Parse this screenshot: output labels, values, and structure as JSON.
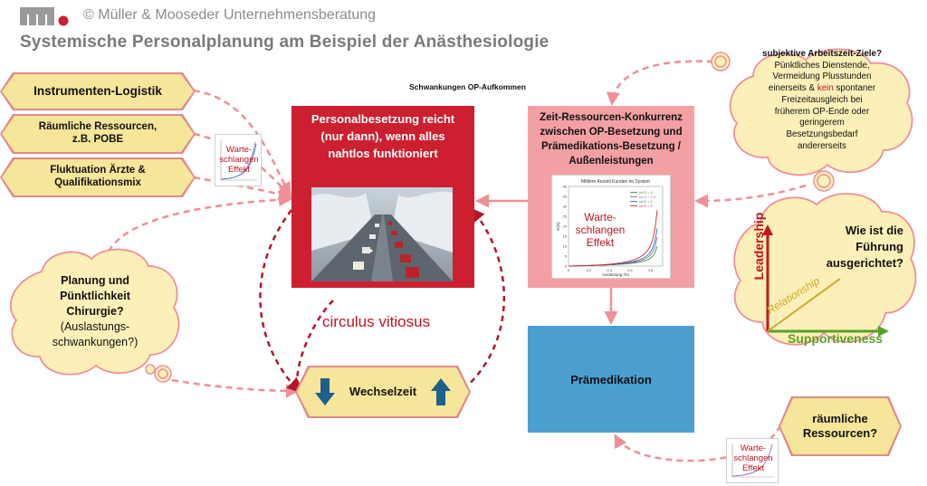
{
  "header": {
    "copyright": "© Müller & Mooseder Unternehmensberatung",
    "title": "Systemische Personalplanung am Beispiel der Anästhesiologie"
  },
  "left_hexagons": [
    {
      "label": "Instrumenten-Logistik"
    },
    {
      "label_line1": "Räumliche Ressourcen,",
      "label_line2": "z.B. POBE"
    },
    {
      "label_line1": "Fluktuation Ärzte &",
      "label_line2": "Qualifikationsmix"
    }
  ],
  "queue_effect": {
    "line1": "Warte-",
    "line2": "schlangen",
    "line3": "Effekt"
  },
  "mini_chart": {
    "title": "Mittlere Anzahl Kunden im System",
    "xlabel": "Auslastung rho",
    "ylabel": "E(N)",
    "legend": [
      "cv^2 = 0",
      "cv^2 = 0.5",
      "cv^2 = 1",
      "cv^2 = 2"
    ],
    "legend_colors": [
      "#2ca02c",
      "#9467bd",
      "#1f77b4",
      "#d62728"
    ],
    "yticks": [
      "0",
      "5",
      "10",
      "15",
      "20",
      "25",
      "30",
      "35",
      "40"
    ],
    "xticks": [
      "0",
      "0.2",
      "0.4",
      "0.6",
      "0.8"
    ]
  },
  "left_cloud": {
    "line1": "Planung und",
    "line2": "Pünktlichkeit",
    "line3": "Chirurgie?",
    "line4": "(Auslastungs-",
    "line5": "schwankungen?)"
  },
  "caption": "Schwankungen OP-Aufkommen",
  "red_box": {
    "line1": "Personalbesetzung reicht",
    "line2": "(nur dann), wenn alles",
    "line3": "nahtlos funktioniert"
  },
  "circulus": "circulus vitiosus",
  "wechselzeit": "Wechselzeit",
  "pink_box": {
    "line1": "Zeit-Ressourcen-Konkurrenz",
    "line2": "zwischen OP-Besetzung und",
    "line3": "Prämedikations-Besetzung /",
    "line4": "Außenleistungen"
  },
  "blue_box": "Prämedikation",
  "top_right_cloud": {
    "line1": "subjektive Arbeitszeit-Ziele?",
    "line2": "Pünktliches Dienstende,",
    "line3": "Vermeidung Plusstunden",
    "line4a": "einerseits & ",
    "line4b": "kein",
    "line4c": " spontaner",
    "line5": "Freizeitausgleich bei",
    "line6": "früherem OP-Ende oder",
    "line7": "geringerem",
    "line8": "Besetzungsbedarf",
    "line9": "andererseits"
  },
  "leadership_cloud": {
    "line1": "Wie ist die",
    "line2": "Führung",
    "line3": "ausgerichtet?",
    "y_axis": "Leadership",
    "x_axis": "Supportiveness",
    "diagonal": "Relationship"
  },
  "right_hexagon": {
    "line1": "räumliche",
    "line2": "Ressourcen?"
  },
  "colors": {
    "hex_fill": "#f6e69a",
    "red_box": "#cc1f2f",
    "pink_box": "#f3a0a4",
    "blue_box": "#4b9fd0",
    "cloud_fill": "#fcf0b8",
    "arrow_pink": "#ef8f97",
    "arrow_darkred": "#b3162b",
    "leadership": "#c0141f",
    "supportiveness": "#5aa02c",
    "relationship": "#c9a82c",
    "wechsel_arrow": "#1f5f8b",
    "grey_title": "#7a7a7a"
  }
}
